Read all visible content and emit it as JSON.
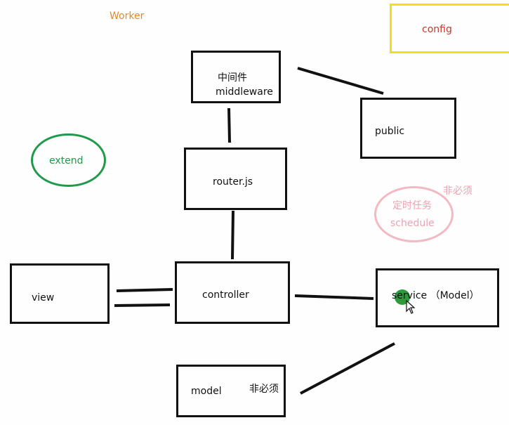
{
  "worker_label": "Worker",
  "config": {
    "label": "config"
  },
  "middleware": {
    "line1": "中间件",
    "line2": "middleware"
  },
  "public": {
    "label": "public"
  },
  "extend": {
    "label": "extend"
  },
  "router": {
    "label": "router.js"
  },
  "schedule": {
    "line1": "定时任务",
    "line2": "schedule",
    "note": "非必须"
  },
  "view": {
    "label": "view"
  },
  "controller": {
    "label": "controller"
  },
  "service": {
    "label": "service （Model）"
  },
  "model": {
    "label": "model",
    "note": "非必须"
  },
  "colors": {
    "worker": "#e08a2a",
    "config_border": "#f2dd1c",
    "config_text": "#c0392b",
    "extend_ring": "#1f9a4a",
    "extend_text": "#1f9a4a",
    "schedule_ring": "#f2b9c3",
    "schedule_text": "#f0a0b0",
    "cursor_highlight": "#2e9a3a"
  }
}
